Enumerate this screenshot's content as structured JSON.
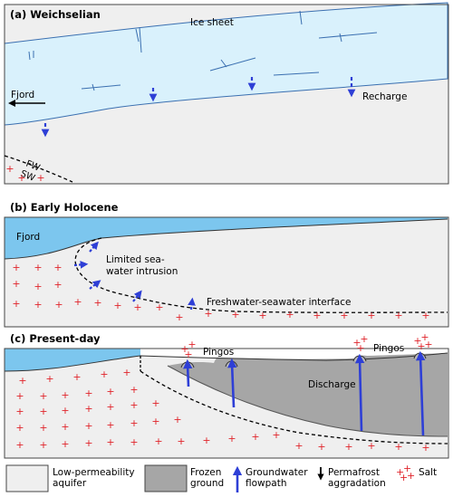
{
  "panels": {
    "a": {
      "title": "(a) Weichselian",
      "ice_sheet": "Ice sheet",
      "fjord": "Fjord",
      "recharge": "Recharge",
      "fw": "FW",
      "sw": "SW"
    },
    "b": {
      "title": "(b) Early Holocene",
      "fjord": "Fjord",
      "intrusion_line1": "Limited sea-",
      "intrusion_line2": "water intrusion",
      "interface": "Freshwater-seawater interface"
    },
    "c": {
      "title": "(c) Present-day",
      "pingos_left": "Pingos",
      "pingos_right": "Pingos",
      "discharge": "Discharge"
    }
  },
  "legend": {
    "low_permeability": "Low-permeability\naquifer",
    "frozen_ground": "Frozen\nground",
    "groundwater_flowpath": "Groundwater\nflowpath",
    "permafrost_aggradation": "Permafrost\naggradation",
    "salt": "Salt"
  },
  "colors": {
    "ice": "#d9f1fc",
    "ice_edge": "#3a6fb0",
    "sea": "#7cc6ee",
    "aquifer": "#efefef",
    "frozen": "#a6a6a6",
    "arrow": "#2e3fd6",
    "salt": "#e0242b"
  }
}
